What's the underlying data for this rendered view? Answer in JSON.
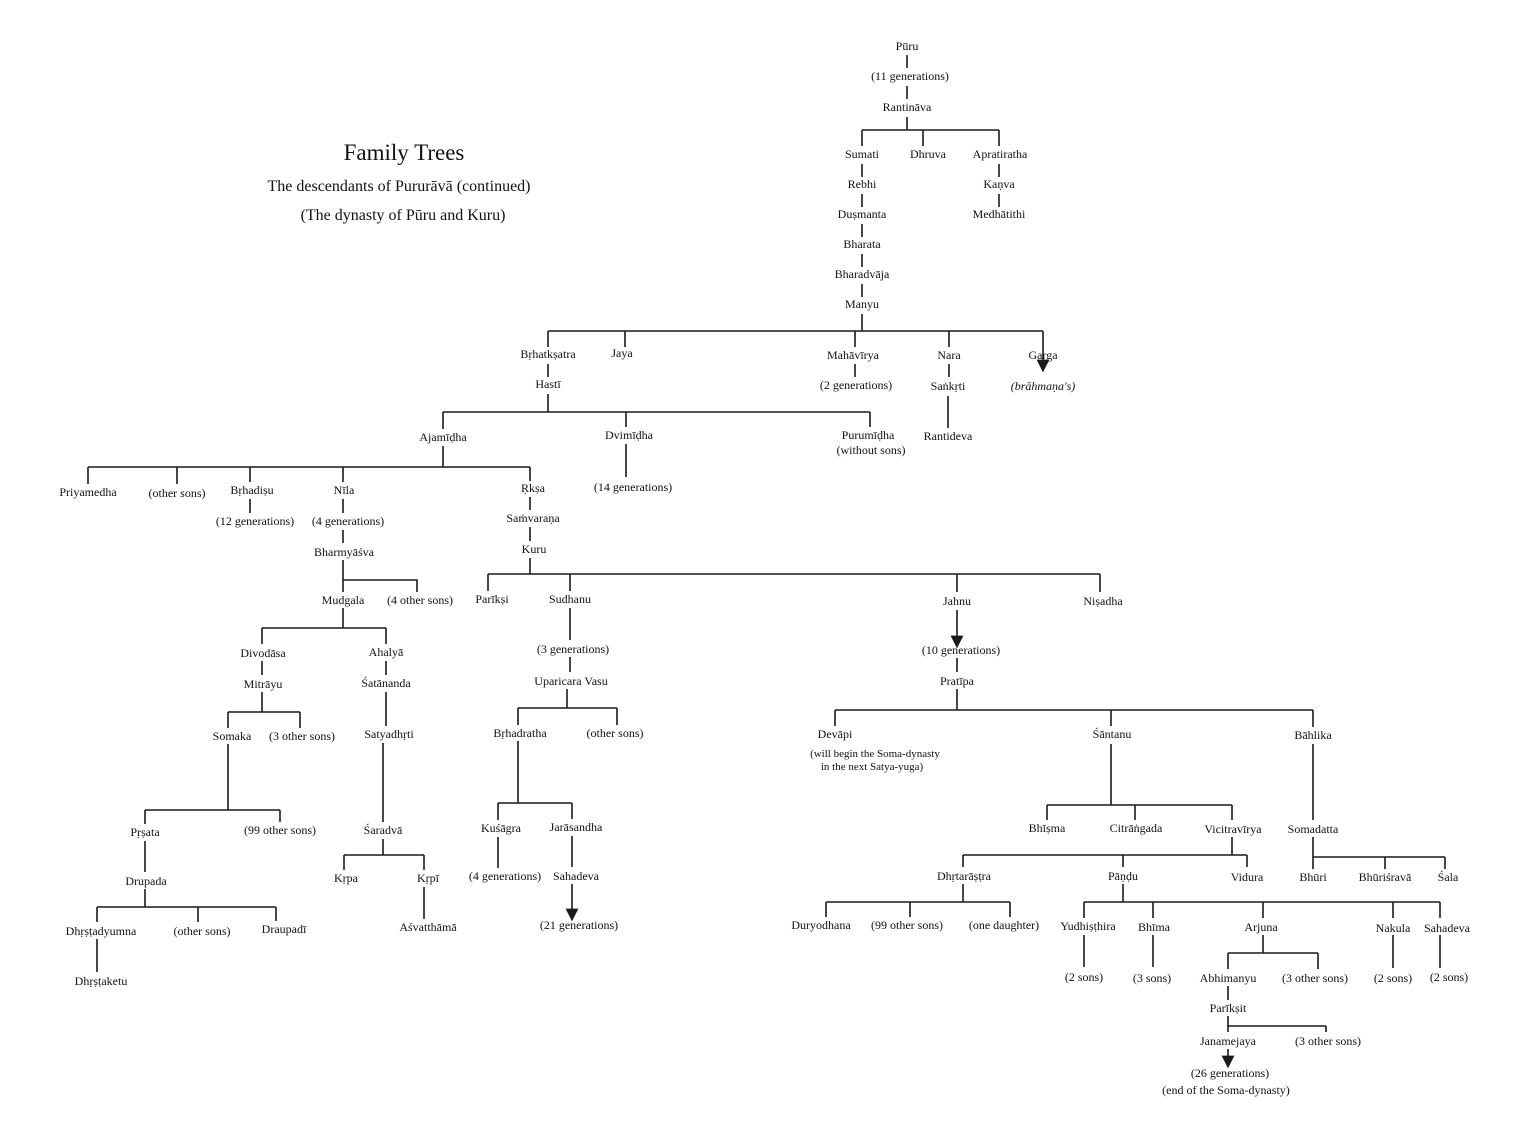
{
  "title": {
    "main": "Family Trees",
    "line1": "The descendants of Pururāvā (continued)",
    "line2": "(The dynasty of Pūru and Kuru)"
  },
  "nodes": {
    "puru": "Pūru",
    "gen11": "(11 generations)",
    "rantinava": "Rantināva",
    "sumati": "Sumati",
    "dhruva": "Dhruva",
    "apratiratha": "Apratiratha",
    "rebhi": "Rebhi",
    "kanva": "Kaṇva",
    "dusmanta": "Duṣmanta",
    "medhatithi": "Medhātithi",
    "bharata": "Bharata",
    "bharadvaja": "Bharadvāja",
    "manyu": "Manyu",
    "brhatksatra": "Bṛhatkṣatra",
    "jaya": "Jaya",
    "mahavirya": "Mahāvīrya",
    "nara": "Nara",
    "garga": "Garga",
    "hasti": "Hastī",
    "gen2": "(2 generations)",
    "sankrti": "Saṅkṛti",
    "brahmanas": "(brāhmaṇa's)",
    "ajamidha": "Ajamīḍha",
    "dvimidha": "Dvimīḍha",
    "purumidha": "Purumīḍha",
    "without_sons": "(without sons)",
    "rantideva": "Rantideva",
    "priyamedha": "Priyamedha",
    "other_sons_a": "(other sons)",
    "brhadisu": "Bṛhadiṣu",
    "nila": "Nīla",
    "rksa": "Ṛkṣa",
    "gen14": "(14 generations)",
    "gen12": "(12 generations)",
    "gen4a": "(4 generations)",
    "samvarana": "Saṁvaraṇa",
    "bharmyasva": "Bharmyāśva",
    "kuru": "Kuru",
    "mudgala": "Mudgala",
    "other_sons_4": "(4 other sons)",
    "pariksi": "Parīkṣi",
    "sudhanu": "Sudhanu",
    "jahnu": "Jahnu",
    "nisadha": "Niṣadha",
    "divodasa": "Divodāsa",
    "ahalya": "Ahalyā",
    "gen3": "(3 generations)",
    "gen10": "(10 generations)",
    "mitrayu": "Mitrāyu",
    "satananda": "Śatānanda",
    "uparicara": "Uparicara Vasu",
    "pratipa": "Pratīpa",
    "somaka": "Somaka",
    "other_sons_3": "(3 other sons)",
    "satyadhrti": "Satyadhṛti",
    "brhadratha": "Bṛhadratha",
    "other_sons_b": "(other sons)",
    "devapi": "Devāpi",
    "devapi_note1": "(will begin the Soma-dynasty",
    "devapi_note2": "in the next Satya-yuga)",
    "santanu": "Śāntanu",
    "bahlika": "Bāhlika",
    "prsata": "Pṛṣata",
    "other_sons_99a": "(99 other sons)",
    "saradva": "Śaradvā",
    "kusagra": "Kuśāgra",
    "jarasandha": "Jarāsandha",
    "bhisma": "Bhīṣma",
    "citrangada": "Citrāṅgada",
    "vicitravirya": "Vicitravīrya",
    "somadatta": "Somadatta",
    "drupada": "Drupada",
    "krpa": "Kṛpa",
    "krpi": "Kṛpī",
    "gen4b": "(4 generations)",
    "sahadeva_j": "Sahadeva",
    "dhrtarastra": "Dhṛtarāṣṭra",
    "pandu": "Pāṇḍu",
    "vidura": "Vidura",
    "bhuri": "Bhūri",
    "bhurisrava": "Bhūriśravā",
    "sala": "Śala",
    "dhrstadyumna": "Dhṛṣṭadyumna",
    "other_sons_c": "(other sons)",
    "draupadi": "Draupadī",
    "asvatthama": "Aśvatthāmā",
    "gen21": "(21 generations)",
    "duryodhana": "Duryodhana",
    "other_sons_99b": "(99 other sons)",
    "one_daughter": "(one daughter)",
    "yudhisthira": "Yudhiṣṭhira",
    "bhima": "Bhīma",
    "arjuna": "Arjuna",
    "nakula": "Nakula",
    "sahadeva_p": "Sahadeva",
    "dhrstaketu": "Dhṛṣṭaketu",
    "sons2a": "(2 sons)",
    "sons3": "(3 sons)",
    "abhimanyu": "Abhimanyu",
    "other_sons_3b": "(3 other sons)",
    "sons2b": "(2 sons)",
    "sons2c": "(2 sons)",
    "pariksit": "Parīkṣit",
    "janamejaya": "Janamejaya",
    "other_sons_3c": "(3 other sons)",
    "gen26": "(26 generations)",
    "end_soma": "(end of the Soma-dynasty)"
  }
}
